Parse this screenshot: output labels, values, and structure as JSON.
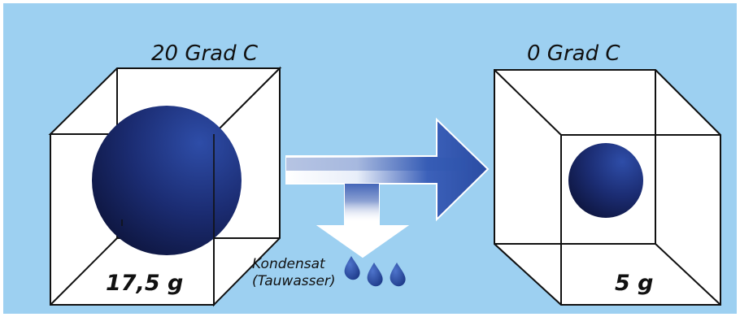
{
  "colors": {
    "background": "#9DD0F1",
    "sphere_light": "#2E4DA8",
    "sphere_dark": "#0E1640",
    "arrow_blue": "#2F55B0",
    "drop_blue": "#2C4FA3",
    "cube_fill": "#FFFFFF",
    "line": "#111111"
  },
  "left_cube": {
    "temperature_label": "20 Grad C",
    "mass_label": "17,5 g"
  },
  "right_cube": {
    "temperature_label": "0 Grad C",
    "mass_label": "5 g"
  },
  "condensate": {
    "label_line1": "Kondensat",
    "label_line2": "(Tauwasser)",
    "drop_count": 3
  },
  "icons": {
    "flow_arrow": "arrow-right-icon",
    "drop_arrow": "arrow-down-icon",
    "droplet": "water-drop-icon"
  }
}
